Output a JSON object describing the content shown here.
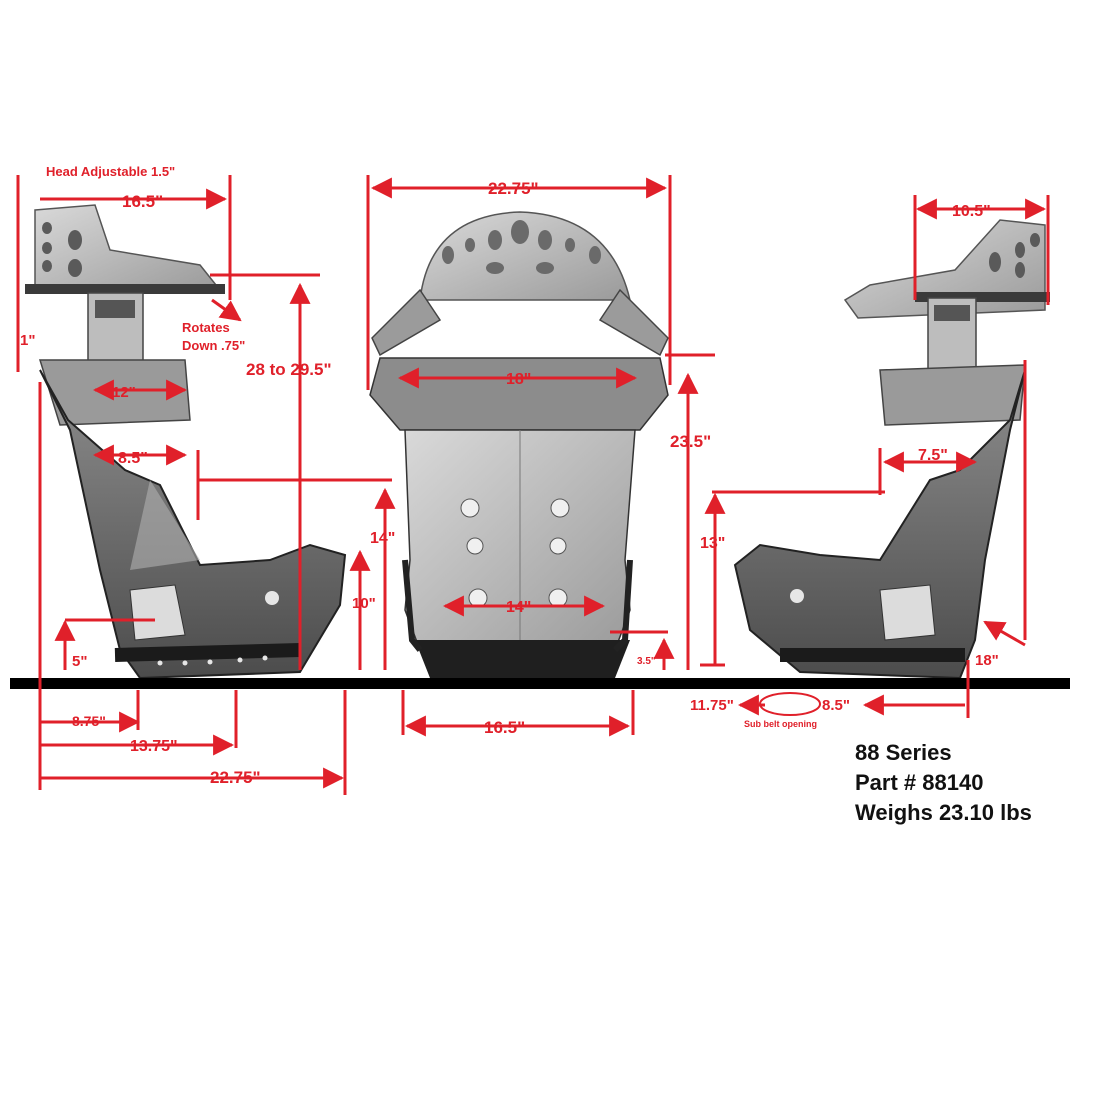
{
  "colors": {
    "dimension": "#e0202a",
    "seat_shell": "#6f6f6f",
    "seat_dark": "#2f2f2f",
    "floor": "#000000",
    "text": "#111111"
  },
  "labels": {
    "head_adjustable": "Head Adjustable 1.5\"",
    "left_top_width": "16.5\"",
    "rotates_line1": "Rotates",
    "rotates_line2": "Down .75\"",
    "left_1in": "1\"",
    "left_12": "12\"",
    "height_28": "28 to 29.5\"",
    "left_8_5": "8.5\"",
    "left_14": "14\"",
    "left_10": "10\"",
    "left_5": "5\"",
    "left_8_75": "8.75\"",
    "left_13_75": "13.75\"",
    "left_22_75": "22.75\"",
    "front_top_width": "22.75\"",
    "front_18": "18\"",
    "front_23_5": "23.5\"",
    "front_14": "14\"",
    "front_3_5": "3.5\"",
    "front_16_5": "16.5\"",
    "right_10_5": "10.5\"",
    "right_7_5": "7.5\"",
    "right_13": "13\"",
    "right_18": "18\"",
    "sub_belt_11_75": "11.75\"",
    "sub_belt_8_5": "8.5\"",
    "sub_belt_opening": "Sub belt opening"
  },
  "info": {
    "series": "88 Series",
    "part": "Part # 88140",
    "weight": "Weighs 23.10 lbs"
  }
}
